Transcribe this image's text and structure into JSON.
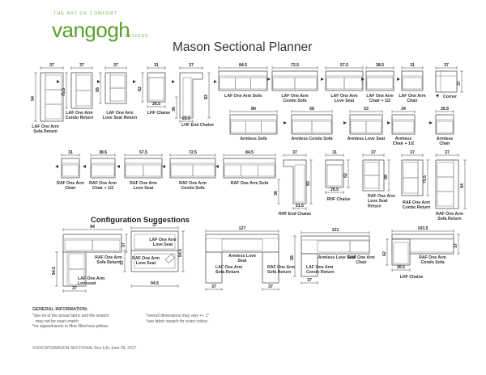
{
  "header": {
    "logo_tagline": "THE ART OF COMFORT",
    "logo_text": "vangogh",
    "logo_sub": "DESIGNS",
    "title": "Mason Sectional Planner"
  },
  "pieces_row1": [
    {
      "label": "LAF One Arm|Sofa Return",
      "dims": [
        "37",
        "94"
      ]
    },
    {
      "label": "LAF One Arm|Condo Return",
      "dims": [
        "37",
        "75.5"
      ]
    },
    {
      "label": "LAF One Arm|Love Seat Return",
      "dims": [
        "37",
        "68"
      ]
    },
    {
      "label": "LHF Chaise",
      "dims": [
        "31",
        "62",
        "26.5"
      ]
    },
    {
      "label": "LHF End Chaise",
      "dims": [
        "37",
        "83",
        "36",
        "21.5"
      ]
    },
    {
      "label": "LAF One Arm Sofa",
      "dims": [
        "84.5"
      ]
    },
    {
      "label": "LAF One Arm|Condo Sofa",
      "dims": [
        "72.5"
      ]
    },
    {
      "label": "LAF One Arm|Love Seat",
      "dims": [
        "57.5"
      ]
    },
    {
      "label": "LAF One Arm|Chair + 1/2",
      "dims": [
        "38.5"
      ]
    },
    {
      "label": "LAF One Arm|Chair",
      "dims": [
        "31"
      ]
    },
    {
      "label": "Corner",
      "dims": [
        "37",
        "37"
      ]
    }
  ],
  "pieces_row2": [
    {
      "label": "Armless Sofa",
      "dims": [
        "80"
      ]
    },
    {
      "label": "Armless Condo Sofa",
      "dims": [
        "68"
      ]
    },
    {
      "label": "Armless Love Seat",
      "dims": [
        "53"
      ]
    },
    {
      "label": "Armless|Chair + 1/2",
      "dims": [
        "34"
      ]
    },
    {
      "label": "Armless|Chair",
      "dims": [
        "26.5"
      ]
    }
  ],
  "pieces_row3": [
    {
      "label": "RAF One Arm|Chair",
      "dims": [
        "31"
      ]
    },
    {
      "label": "RAF One Arm|Chair + 1/2",
      "dims": [
        "38.5"
      ]
    },
    {
      "label": "RAF One Arm|Love Seat",
      "dims": [
        "57.5"
      ]
    },
    {
      "label": "RAF One Arm|Condo Sofa",
      "dims": [
        "72.5"
      ]
    },
    {
      "label": "RAF One Arm Sofa",
      "dims": [
        "84.5"
      ]
    },
    {
      "label": "RHF End Chaise",
      "dims": [
        "37",
        "83",
        "36",
        "21.5"
      ]
    },
    {
      "label": "RHF Chaise",
      "dims": [
        "31",
        "62",
        "26.5"
      ]
    },
    {
      "label": "RAF One Arm|Love Seat|Return",
      "dims": [
        "37",
        "68"
      ]
    },
    {
      "label": "RAF One Arm|Condo Return",
      "dims": [
        "37",
        "75.5"
      ]
    },
    {
      "label": "RAF One Arm|Sofa Return",
      "dims": [
        "37",
        "94"
      ]
    }
  ],
  "config": {
    "title": "Configuration Suggestions",
    "items": [
      {
        "labels": [
          "RAF One Arm|Sofa Return",
          "LAF One Arm|Loveseat"
        ],
        "dims": [
          "94",
          "37",
          "94.5",
          "37"
        ]
      },
      {
        "labels": [
          "RAF One Arm|Love Seat",
          "LAF One Arm|Love Seat"
        ],
        "dims": [
          "37",
          "94.5",
          "37",
          "94.5"
        ]
      },
      {
        "labels": [
          "Armless Love|Seat",
          "LAF One Arm|Sofa Return",
          "RAF One Arm|Sofa Return"
        ],
        "dims": [
          "127",
          "37",
          "37"
        ]
      },
      {
        "labels": [
          "Armless Love Seat",
          "RAF One Arm|Chair",
          "LAF One Arm|Condo Return"
        ],
        "dims": [
          "121",
          "37",
          "68"
        ]
      },
      {
        "labels": [
          "RAF One Arm|Condo Sofa",
          "LHF Chaise"
        ],
        "dims": [
          "103.5",
          "37",
          "62",
          "26.5"
        ]
      }
    ]
  },
  "info": {
    "heading": "GENERAL INFORMATION:",
    "notes_left": [
      "*dye-lot of the actual fabric and the swatch",
      "may not be exact match",
      "*no zipper/inserts in fibre filled toss pillows"
    ],
    "notes_right": [
      "*overall dimensions may vary +/- 1\"",
      "*see fabric swatch for exact colour"
    ],
    "doc_ref": "VGD/CATG/MASON SECTIONAL Rev.1(b) June 28, 2017"
  }
}
